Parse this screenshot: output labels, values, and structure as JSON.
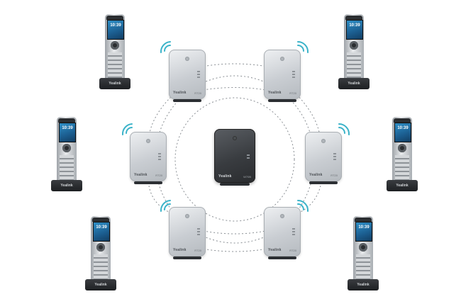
{
  "diagram": {
    "icons": {
      "wifi": "wifi-icon",
      "dect_base": "base-station-icon",
      "handset": "handset-icon"
    },
    "colors": {
      "wifi_arc": "#3bb3c9",
      "connection_ring": "#8a8f94",
      "center_base": "#3a3d41",
      "repeater": "#c9cdd2"
    },
    "center_base": {
      "brand": "Yealink",
      "model": "W70B"
    },
    "repeaters": [
      {
        "id": "r1",
        "brand": "Yealink",
        "model": "RT20"
      },
      {
        "id": "r2",
        "brand": "Yealink",
        "model": "RT20"
      },
      {
        "id": "r3",
        "brand": "Yealink",
        "model": "RT20"
      },
      {
        "id": "r4",
        "brand": "Yealink",
        "model": "RT20"
      },
      {
        "id": "r5",
        "brand": "Yealink",
        "model": "RT20"
      },
      {
        "id": "r6",
        "brand": "Yealink",
        "model": "RT20"
      }
    ],
    "handsets": [
      {
        "id": "h1",
        "time": "10:39",
        "brand": "Yealink"
      },
      {
        "id": "h2",
        "time": "10:39",
        "brand": "Yealink"
      },
      {
        "id": "h3",
        "time": "10:39",
        "brand": "Yealink"
      },
      {
        "id": "h4",
        "time": "10:39",
        "brand": "Yealink"
      },
      {
        "id": "h5",
        "time": "10:39",
        "brand": "Yealink"
      },
      {
        "id": "h6",
        "time": "10:39",
        "brand": "Yealink"
      }
    ]
  }
}
